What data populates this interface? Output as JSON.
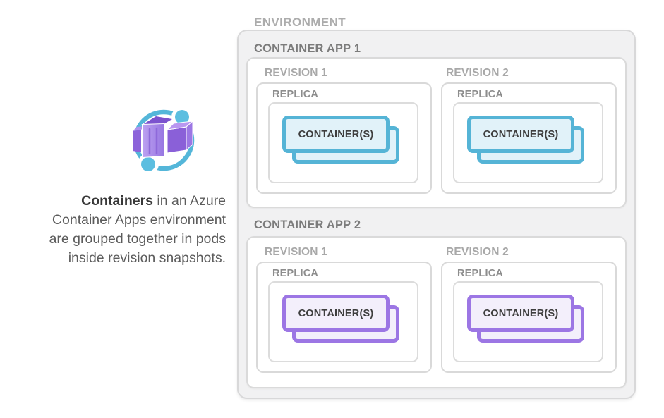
{
  "intro": {
    "line1_bold": "Containers",
    "line1_rest": " in an Azure",
    "line2": "Container Apps environment",
    "line3": "are grouped together in pods",
    "line4": "inside revision snapshots."
  },
  "icon": {
    "name": "azure-container-apps-icon",
    "ring_color": "#54b6d9",
    "dot_color": "#5cbee0",
    "cube_dark": "#7c53ce",
    "cube_mid": "#8a60d8",
    "cube_light": "#b997f0"
  },
  "environment": {
    "label": "ENVIRONMENT",
    "apps": [
      {
        "label": "CONTAINER APP 1",
        "accent": "teal",
        "border_color": "#55b4d6",
        "fill_color": "#e1f2f9",
        "revisions": [
          {
            "label": "REVISION 1",
            "replica_label": "REPLICA",
            "container_label": "CONTAINER(S)"
          },
          {
            "label": "REVISION 2",
            "replica_label": "REPLICA",
            "container_label": "CONTAINER(S)"
          }
        ]
      },
      {
        "label": "CONTAINER APP 2",
        "accent": "purple",
        "border_color": "#9c76e4",
        "fill_color": "#f3effb",
        "revisions": [
          {
            "label": "REVISION 1",
            "replica_label": "REPLICA",
            "container_label": "CONTAINER(S)"
          },
          {
            "label": "REVISION 2",
            "replica_label": "REPLICA",
            "container_label": "CONTAINER(S)"
          }
        ]
      }
    ]
  }
}
